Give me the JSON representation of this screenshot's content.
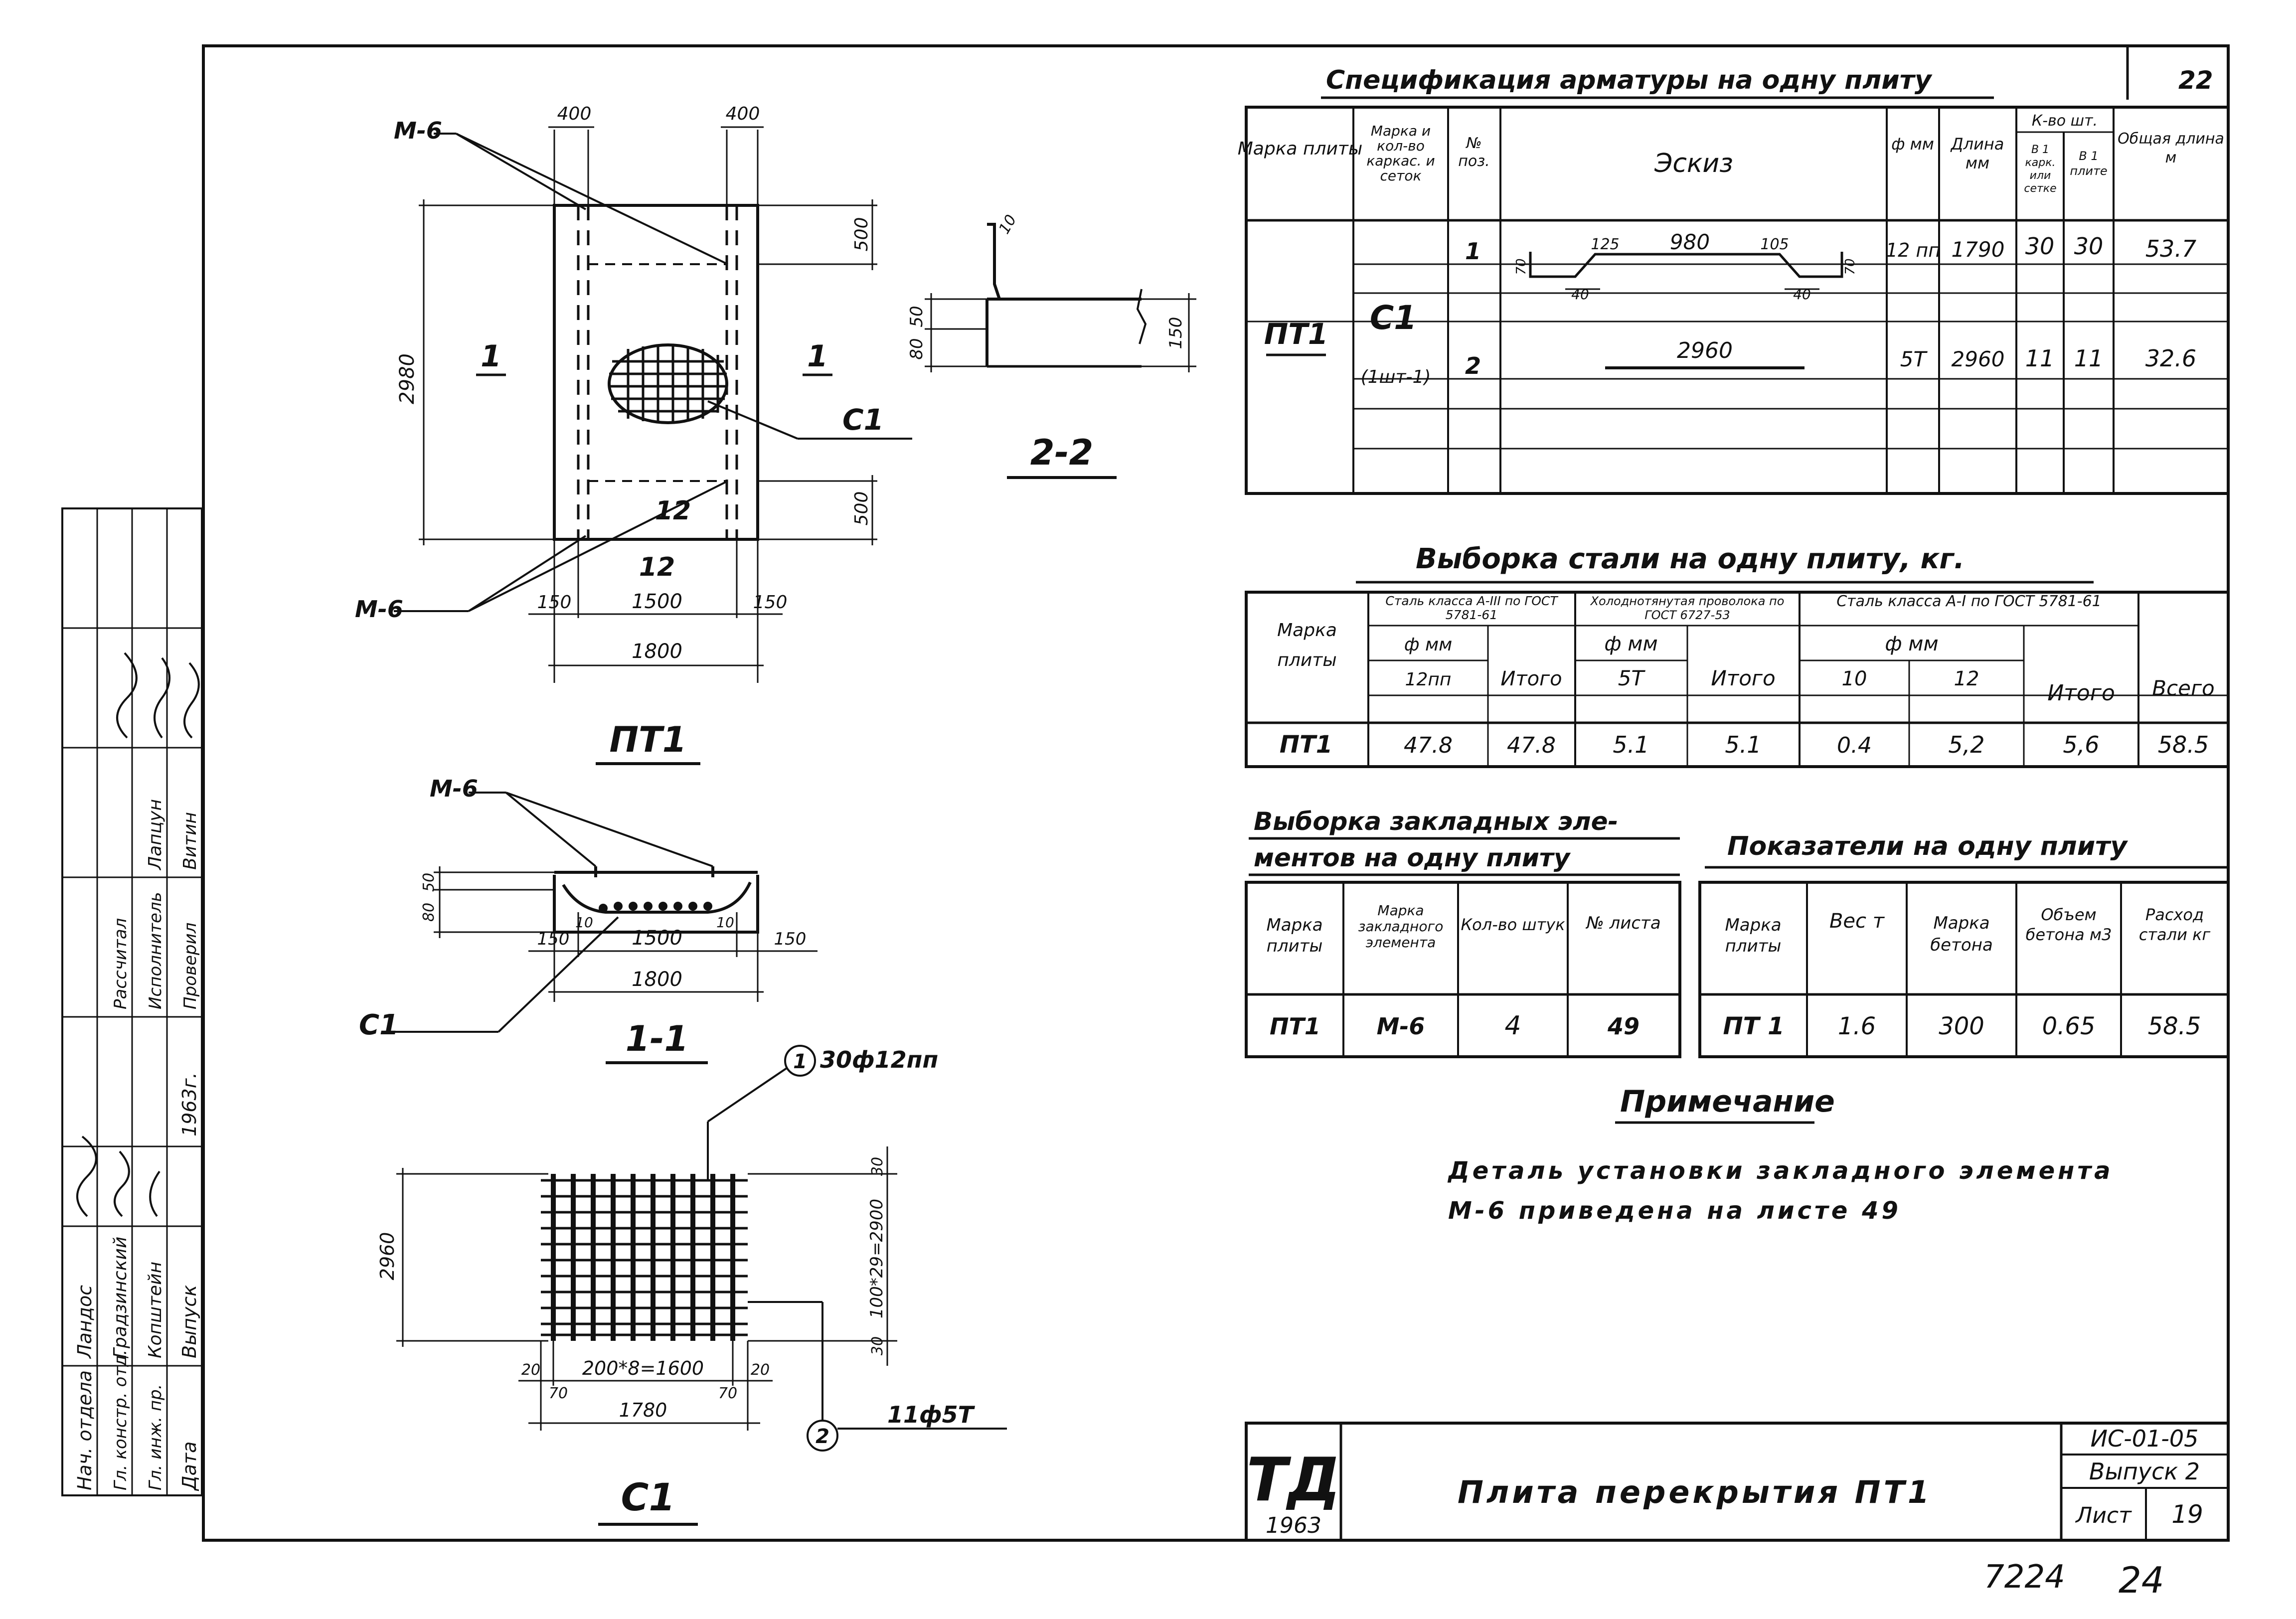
{
  "sheet": {
    "sheet_no_corner": "22",
    "bottom_code": "7224",
    "bottom_page": "24"
  },
  "spec": {
    "title": "Спецификация арматуры на одну плиту",
    "headers": {
      "mark_plate": "Марка плиты",
      "mark_frame": "Марка и кол-во каркас. и сеток",
      "pos": "№ поз.",
      "sketch": "Эскиз",
      "phi": "ф мм",
      "length": "Длина мм",
      "count": "К-во шт.",
      "count_in_frame": "В 1 карк. или сетке",
      "count_in_plate": "В 1 плите",
      "total_len": "Общая длина м"
    },
    "rows": [
      {
        "mark": "ПТ1",
        "frame": "С1",
        "frame_qty": "(1шт-1)",
        "pos": "1",
        "phi": "12 пп",
        "length": "1790",
        "n_frame": "30",
        "n_plate": "30",
        "total": "53.7"
      },
      {
        "mark": "",
        "frame": "",
        "frame_qty": "",
        "pos": "2",
        "phi": "5Т",
        "length": "2960",
        "n_frame": "11",
        "n_plate": "11",
        "total": "32.6"
      }
    ],
    "sketch1": {
      "a": "70",
      "b": "125",
      "c": "980",
      "d": "105",
      "e": "70",
      "f": "40",
      "g": "40"
    },
    "sketch2": {
      "len": "2960"
    }
  },
  "steel": {
    "title": "Выборка стали на одну плиту, кг.",
    "h_mark": "Марка плиты",
    "h_g1": "Сталь класса А-III по ГОСТ 5781-61",
    "h_g2": "Холоднотянутая проволока по ГОСТ 6727-53",
    "h_g3": "Сталь класса А-I по ГОСТ 5781-61",
    "h_phi": "ф мм",
    "h_total": "Итого",
    "h_all": "Всего",
    "sub_12pp": "12пп",
    "sub_5t": "5Т",
    "sub_10": "10",
    "sub_12": "12",
    "row": {
      "mark": "ПТ1",
      "a3_12": "47.8",
      "a3_tot": "47.8",
      "w5t": "5.1",
      "w_tot": "5.1",
      "a1_10": "0.4",
      "a1_12": "5,2",
      "a1_tot": "5,6",
      "all": "58.5"
    }
  },
  "embedded": {
    "title1": "Выборка закладных эле-",
    "title2": "ментов на одну плиту",
    "h_mark": "Марка плиты",
    "h_el": "Марка закладного элемента",
    "h_qty": "Кол-во штук",
    "h_sheet": "№ листа",
    "row": {
      "mark": "ПТ1",
      "el": "М-6",
      "qty": "4",
      "sheet": "49"
    }
  },
  "indicators": {
    "title": "Показатели на одну плиту",
    "h_mark": "Марка плиты",
    "h_weight": "Вес т",
    "h_concrete": "Марка бетона",
    "h_volume": "Объем бетона м3",
    "h_steel": "Расход стали кг",
    "row": {
      "mark": "ПТ 1",
      "weight": "1.6",
      "concrete": "300",
      "volume": "0.65",
      "steel": "58.5"
    }
  },
  "note": {
    "title": "Примечание",
    "line1": "Деталь установки закладного элемента",
    "line2": "М-6 приведена на листе 49"
  },
  "titleblock": {
    "logo": "ТД",
    "year": "1963",
    "name": "Плита перекрытия ПТ1",
    "code": "ИС-01-05",
    "issue": "Выпуск 2",
    "sheet_label": "Лист",
    "sheet_no": "19"
  },
  "stamp": {
    "roles": [
      "Нач. отдела",
      "Гл. констр. отд.",
      "Гл. инж. пр.",
      "Дата",
      "Рассчитал",
      "Исполнитель",
      "Проверил"
    ],
    "names": [
      "Ландос",
      "Градзинский",
      "Копштейн",
      "Выпуск",
      "Лапцун",
      "Витин"
    ],
    "date": "1963г."
  },
  "drawings": {
    "plan": {
      "label": "ПТ1",
      "m6": "М-6",
      "d400a": "400",
      "d400b": "400",
      "d500a": "500",
      "d500b": "500",
      "d2980": "2980",
      "d150a": "150",
      "d1500": "1500",
      "d150b": "150",
      "d1800": "1800",
      "mark12a": "12",
      "mark12b": "12",
      "sec1": "1",
      "c1": "С1"
    },
    "sec22": {
      "label": "2-2",
      "d50": "50",
      "d80": "80",
      "d10": "10",
      "d150": "150"
    },
    "sec11": {
      "label": "1-1",
      "m6": "М-6",
      "c1": "С1",
      "d50": "50",
      "d80": "80",
      "d10a": "10",
      "d10b": "10",
      "d150a": "150",
      "d1500": "1500",
      "d150b": "150",
      "d1800": "1800"
    },
    "c1": {
      "label": "С1",
      "bar1": "30ф12пп",
      "bar2": "11ф5Т",
      "pos1": "1",
      "pos2": "2",
      "d2960": "2960",
      "d30a": "30",
      "d30b": "30",
      "dspacing": "100*29=2900",
      "d20a": "20",
      "d20b": "20",
      "d200x8": "200*8=1600",
      "d70a": "70",
      "d70b": "70",
      "d1780": "1780"
    }
  }
}
